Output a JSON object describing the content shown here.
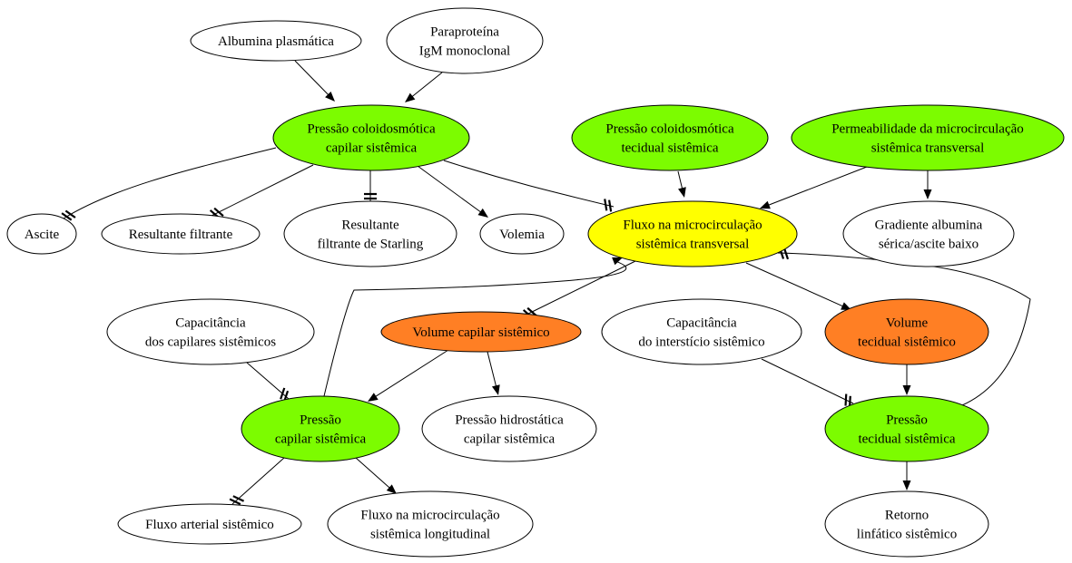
{
  "colors": {
    "green": "#7cfc00",
    "yellow": "#ffff00",
    "orange": "#ff7f24",
    "white": "#ffffff",
    "stroke": "#000000"
  },
  "nodes": {
    "albumina": {
      "lines": [
        "Albumina plasmática"
      ],
      "color": "white"
    },
    "paraproteina": {
      "lines": [
        "Paraproteína",
        "IgM monoclonal"
      ],
      "color": "white"
    },
    "pcc": {
      "lines": [
        "Pressão coloidosmótica",
        "capilar sistêmica"
      ],
      "color": "green"
    },
    "pct": {
      "lines": [
        "Pressão coloidosmótica",
        "tecidual sistêmica"
      ],
      "color": "green"
    },
    "perm": {
      "lines": [
        "Permeabilidade da microcirculação",
        "sistêmica transversal"
      ],
      "color": "green"
    },
    "ascite": {
      "lines": [
        "Ascite"
      ],
      "color": "white"
    },
    "resfilt": {
      "lines": [
        "Resultante filtrante"
      ],
      "color": "white"
    },
    "starling": {
      "lines": [
        "Resultante",
        "filtrante de Starling"
      ],
      "color": "white"
    },
    "volemia": {
      "lines": [
        "Volemia"
      ],
      "color": "white"
    },
    "fluxo": {
      "lines": [
        "Fluxo na microcirculação",
        "sistêmica transversal"
      ],
      "color": "yellow"
    },
    "gradiente": {
      "lines": [
        "Gradiente albumina",
        "sérica/ascite baixo"
      ],
      "color": "white"
    },
    "capcap": {
      "lines": [
        "Capacitância",
        "dos capilares sistêmicos"
      ],
      "color": "white"
    },
    "volcap": {
      "lines": [
        "Volume capilar sistêmico"
      ],
      "color": "orange"
    },
    "capint": {
      "lines": [
        "Capacitância",
        "do interstício sistêmico"
      ],
      "color": "white"
    },
    "voltec": {
      "lines": [
        "Volume",
        "tecidual sistêmico"
      ],
      "color": "orange"
    },
    "pcap": {
      "lines": [
        "Pressão",
        "capilar sistêmica"
      ],
      "color": "green"
    },
    "phid": {
      "lines": [
        "Pressão hidrostática",
        "capilar sistêmica"
      ],
      "color": "white"
    },
    "ptec": {
      "lines": [
        "Pressão",
        "tecidual sistêmica"
      ],
      "color": "green"
    },
    "fart": {
      "lines": [
        "Fluxo arterial sistêmico"
      ],
      "color": "white"
    },
    "flong": {
      "lines": [
        "Fluxo na microcirculação",
        "sistêmica longitudinal"
      ],
      "color": "white"
    },
    "retorno": {
      "lines": [
        "Retorno",
        "linfático sistêmico"
      ],
      "color": "white"
    }
  },
  "edges": [
    {
      "from": "albumina",
      "to": "pcc",
      "type": "positive"
    },
    {
      "from": "paraproteina",
      "to": "pcc",
      "type": "positive"
    },
    {
      "from": "pcc",
      "to": "ascite",
      "type": "negative"
    },
    {
      "from": "pcc",
      "to": "resfilt",
      "type": "negative"
    },
    {
      "from": "pcc",
      "to": "starling",
      "type": "inhibit"
    },
    {
      "from": "pcc",
      "to": "volemia",
      "type": "positive"
    },
    {
      "from": "pcc",
      "to": "fluxo",
      "type": "negative"
    },
    {
      "from": "pct",
      "to": "fluxo",
      "type": "positive"
    },
    {
      "from": "perm",
      "to": "fluxo",
      "type": "positive"
    },
    {
      "from": "perm",
      "to": "gradiente",
      "type": "positive"
    },
    {
      "from": "fluxo",
      "to": "volcap",
      "type": "negative"
    },
    {
      "from": "fluxo",
      "to": "voltec",
      "type": "positive"
    },
    {
      "from": "capcap",
      "to": "pcap",
      "type": "negative"
    },
    {
      "from": "volcap",
      "to": "pcap",
      "type": "positive"
    },
    {
      "from": "volcap",
      "to": "phid",
      "type": "positive"
    },
    {
      "from": "pcap",
      "to": "fluxo",
      "type": "positive"
    },
    {
      "from": "pcap",
      "to": "fart",
      "type": "negative"
    },
    {
      "from": "pcap",
      "to": "flong",
      "type": "positive"
    },
    {
      "from": "capint",
      "to": "ptec",
      "type": "negative"
    },
    {
      "from": "voltec",
      "to": "ptec",
      "type": "positive"
    },
    {
      "from": "ptec",
      "to": "fluxo",
      "type": "negative"
    },
    {
      "from": "ptec",
      "to": "retorno",
      "type": "positive"
    }
  ]
}
